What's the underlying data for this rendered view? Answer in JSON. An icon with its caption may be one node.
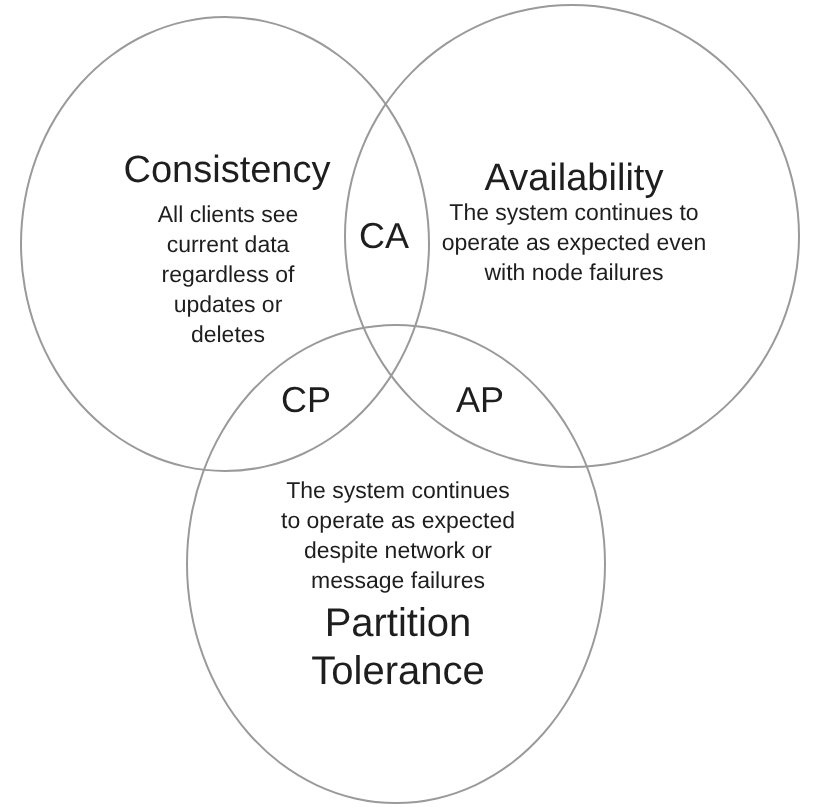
{
  "diagram": {
    "nodes": [
      {
        "text": [
          "Consistency",
          "All clients see current data regardless of updates or deletes"
        ]
      },
      {
        "text": [
          "Availability",
          "The system continues to operate as expected even with node failures"
        ]
      },
      {
        "text": [
          "The system continues to operate as expected despite network or message failures",
          "Partition Tolerance"
        ]
      }
    ],
    "labels": [
      "CA",
      "CP",
      "AP"
    ]
  }
}
